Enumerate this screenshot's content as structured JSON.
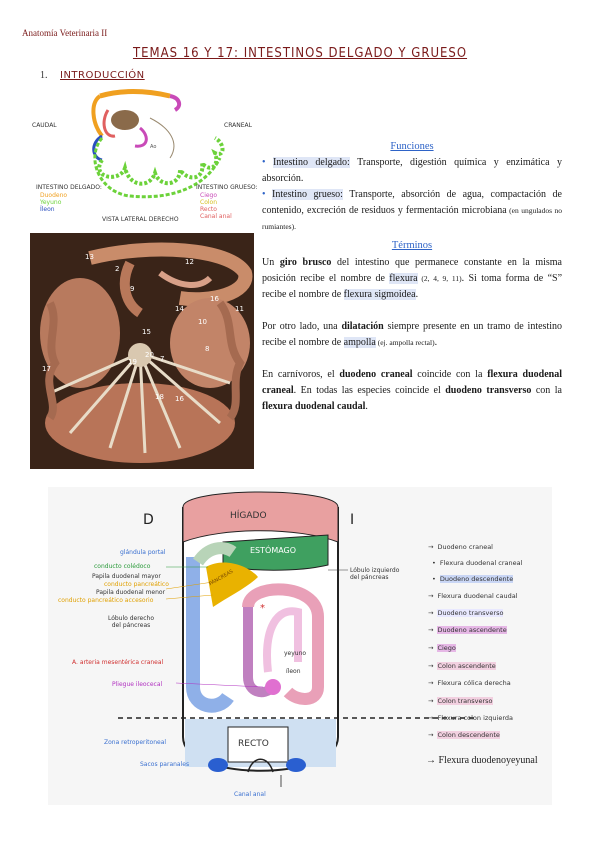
{
  "header": "Anatomía Veterinaria II",
  "title": "TEMAS 16 Y 17: INTESTINOS DELGADO Y GRUESO",
  "section": {
    "number": "1.",
    "label": "INTRODUCCIÓN"
  },
  "schema": {
    "caudal": "CAUDAL",
    "craneal": "CRANEAL",
    "left_heading": "INTESTINO DELGADO:",
    "left_items": [
      "Duodeno",
      "Yeyuno",
      "Íleon"
    ],
    "right_heading": "INTESTINO GRUESO:",
    "right_items": [
      "Ciego",
      "Colon",
      "Recto",
      "Canal anal"
    ],
    "caption": "VISTA LATERAL DERECHO",
    "colors": {
      "duodeno": "#f0a020",
      "yeyuno": "#6cd23a",
      "ileon": "#2a4fbf",
      "ciego": "#c94ab8",
      "colon": "#d6c020",
      "recto": "#e06060"
    }
  },
  "photo_numbers": [
    "13",
    "12",
    "2",
    "9",
    "14",
    "16",
    "10",
    "11",
    "15",
    "8",
    "20",
    "7",
    "18",
    "16",
    "17",
    "19"
  ],
  "funciones": {
    "heading": "Funciones",
    "item1_label": "Intestino delgado:",
    "item1_text": " Transporte, digestión química y enzimática y absorción.",
    "item2_label": "Intestino grueso:",
    "item2_text": " Transporte, absorción de agua, compactación de contenido, excreción de residuos y fermentación microbiana",
    "item2_small": " (en ungulados no rumiantes)."
  },
  "terminos": {
    "heading": "Términos",
    "p1_a": "Un ",
    "p1_b": "giro brusco",
    "p1_c": " del intestino que permanece constante en la misma posición recibe el nombre de ",
    "p1_d": "flexura",
    "p1_e": " (2, 4, 9, 11)",
    "p1_f": ". Si toma forma de “S” recibe el nombre de ",
    "p1_g": "flexura sigmoidea",
    "p1_h": ".",
    "p2_a": "Por otro lado, una ",
    "p2_b": "dilatación",
    "p2_c": " siempre presente en un tramo de intestino recibe el nombre de ",
    "p2_d": "ampolla",
    "p2_e": " (ej. ampolla rectal)",
    "p2_f": ".",
    "p3_a": "En carnívoros, el ",
    "p3_b": "duodeno craneal",
    "p3_c": " coincide con la ",
    "p3_d": "flexura duodenal craneal",
    "p3_e": ". En todas las especies coincide el ",
    "p3_f": "duodeno transverso",
    "p3_g": " con la ",
    "p3_h": "flexura duodenal caudal",
    "p3_i": "."
  },
  "diagram": {
    "d": "D",
    "i": "I",
    "higado": "HÍGADO",
    "estomago": "ESTÓMAGO",
    "recto": "RECTO",
    "pancreas": "PÁNCREAS",
    "yeyuno": "yeyuno",
    "ileon": "íleon",
    "left_labels": [
      {
        "text": "glándula portal",
        "color": "#3a70d0"
      },
      {
        "text": "conducto colédoco",
        "color": "#2a9a3a"
      },
      {
        "text": "Papila duodenal mayor",
        "color": "#333"
      },
      {
        "text": "conducto pancreático",
        "color": "#e0a000"
      },
      {
        "text": "Papila duodenal menor",
        "color": "#333"
      },
      {
        "text": "conducto pancreático accesorio",
        "color": "#e0a000"
      },
      {
        "text": "Lóbulo derecho del páncreas",
        "color": "#333"
      },
      {
        "text": "A. arteria mesentérica craneal",
        "color": "#d03030"
      },
      {
        "text": "Pliegue ileocecal",
        "color": "#b030c0"
      },
      {
        "text": "Zona retroperitoneal",
        "color": "#3a70d0"
      },
      {
        "text": "Sacos paranales",
        "color": "#3a70d0"
      },
      {
        "text": "Canal anal",
        "color": "#3a70d0"
      }
    ],
    "mid_label": "Lóbulo izquierdo del páncreas",
    "right_labels": [
      {
        "text": "Duodeno craneal",
        "bg": "#ffffff"
      },
      {
        "text": "Flexura duodenal craneal",
        "bg": "#ffffff"
      },
      {
        "text": "Duodeno descendente",
        "bg": "#c9d6f5"
      },
      {
        "text": "Flexura duodenal caudal",
        "bg": "#ffffff"
      },
      {
        "text": "Duodeno transverso",
        "bg": "#e8e8ff"
      },
      {
        "text": "Duodeno ascendente",
        "bg": "#e6b8e6"
      },
      {
        "text": "Ciego",
        "bg": "#e6b8e6"
      },
      {
        "text": "Colon ascendente",
        "bg": "#f2d0e0"
      },
      {
        "text": "Flexura cólica derecha",
        "bg": "#ffffff"
      },
      {
        "text": "Colon transverso",
        "bg": "#f2d0e0"
      },
      {
        "text": "Flexura colon izquierda",
        "bg": "#ffffff"
      },
      {
        "text": "Colon descendente",
        "bg": "#f2d0e0"
      }
    ],
    "final_label": "→ Flexura duodenoyeyunal"
  }
}
